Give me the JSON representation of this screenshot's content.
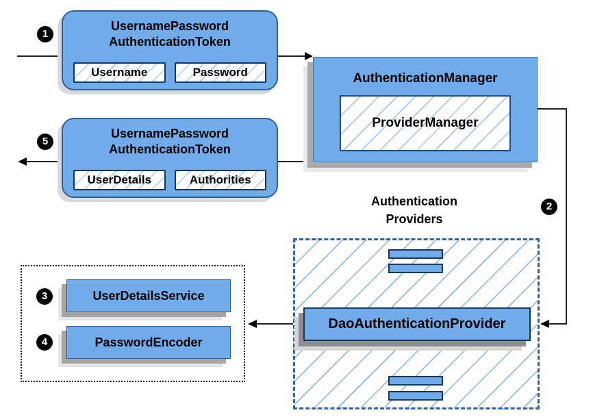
{
  "diagram": {
    "token_request": {
      "badge": "1",
      "title_line1": "UsernamePassword",
      "title_line2": "AuthenticationToken",
      "fields": [
        "Username",
        "Password"
      ]
    },
    "auth_manager": {
      "title": "AuthenticationManager",
      "inner": "ProviderManager"
    },
    "token_response": {
      "badge": "5",
      "title_line1": "UsernamePassword",
      "title_line2": "AuthenticationToken",
      "fields": [
        "UserDetails",
        "Authorities"
      ]
    },
    "providers": {
      "badge": "2",
      "label_line1": "Authentication",
      "label_line2": "Providers",
      "dao_provider": "DaoAuthenticationProvider"
    },
    "dependencies": {
      "badge3": "3",
      "user_details_service": "UserDetailsService",
      "badge4": "4",
      "password_encoder": "PasswordEncoder"
    }
  },
  "colors": {
    "box-blue": "#6FACE9",
    "border-dark": "#17365D",
    "border-mid": "#2F5F94",
    "dashed-border": "#33639C",
    "line": "#000000"
  }
}
